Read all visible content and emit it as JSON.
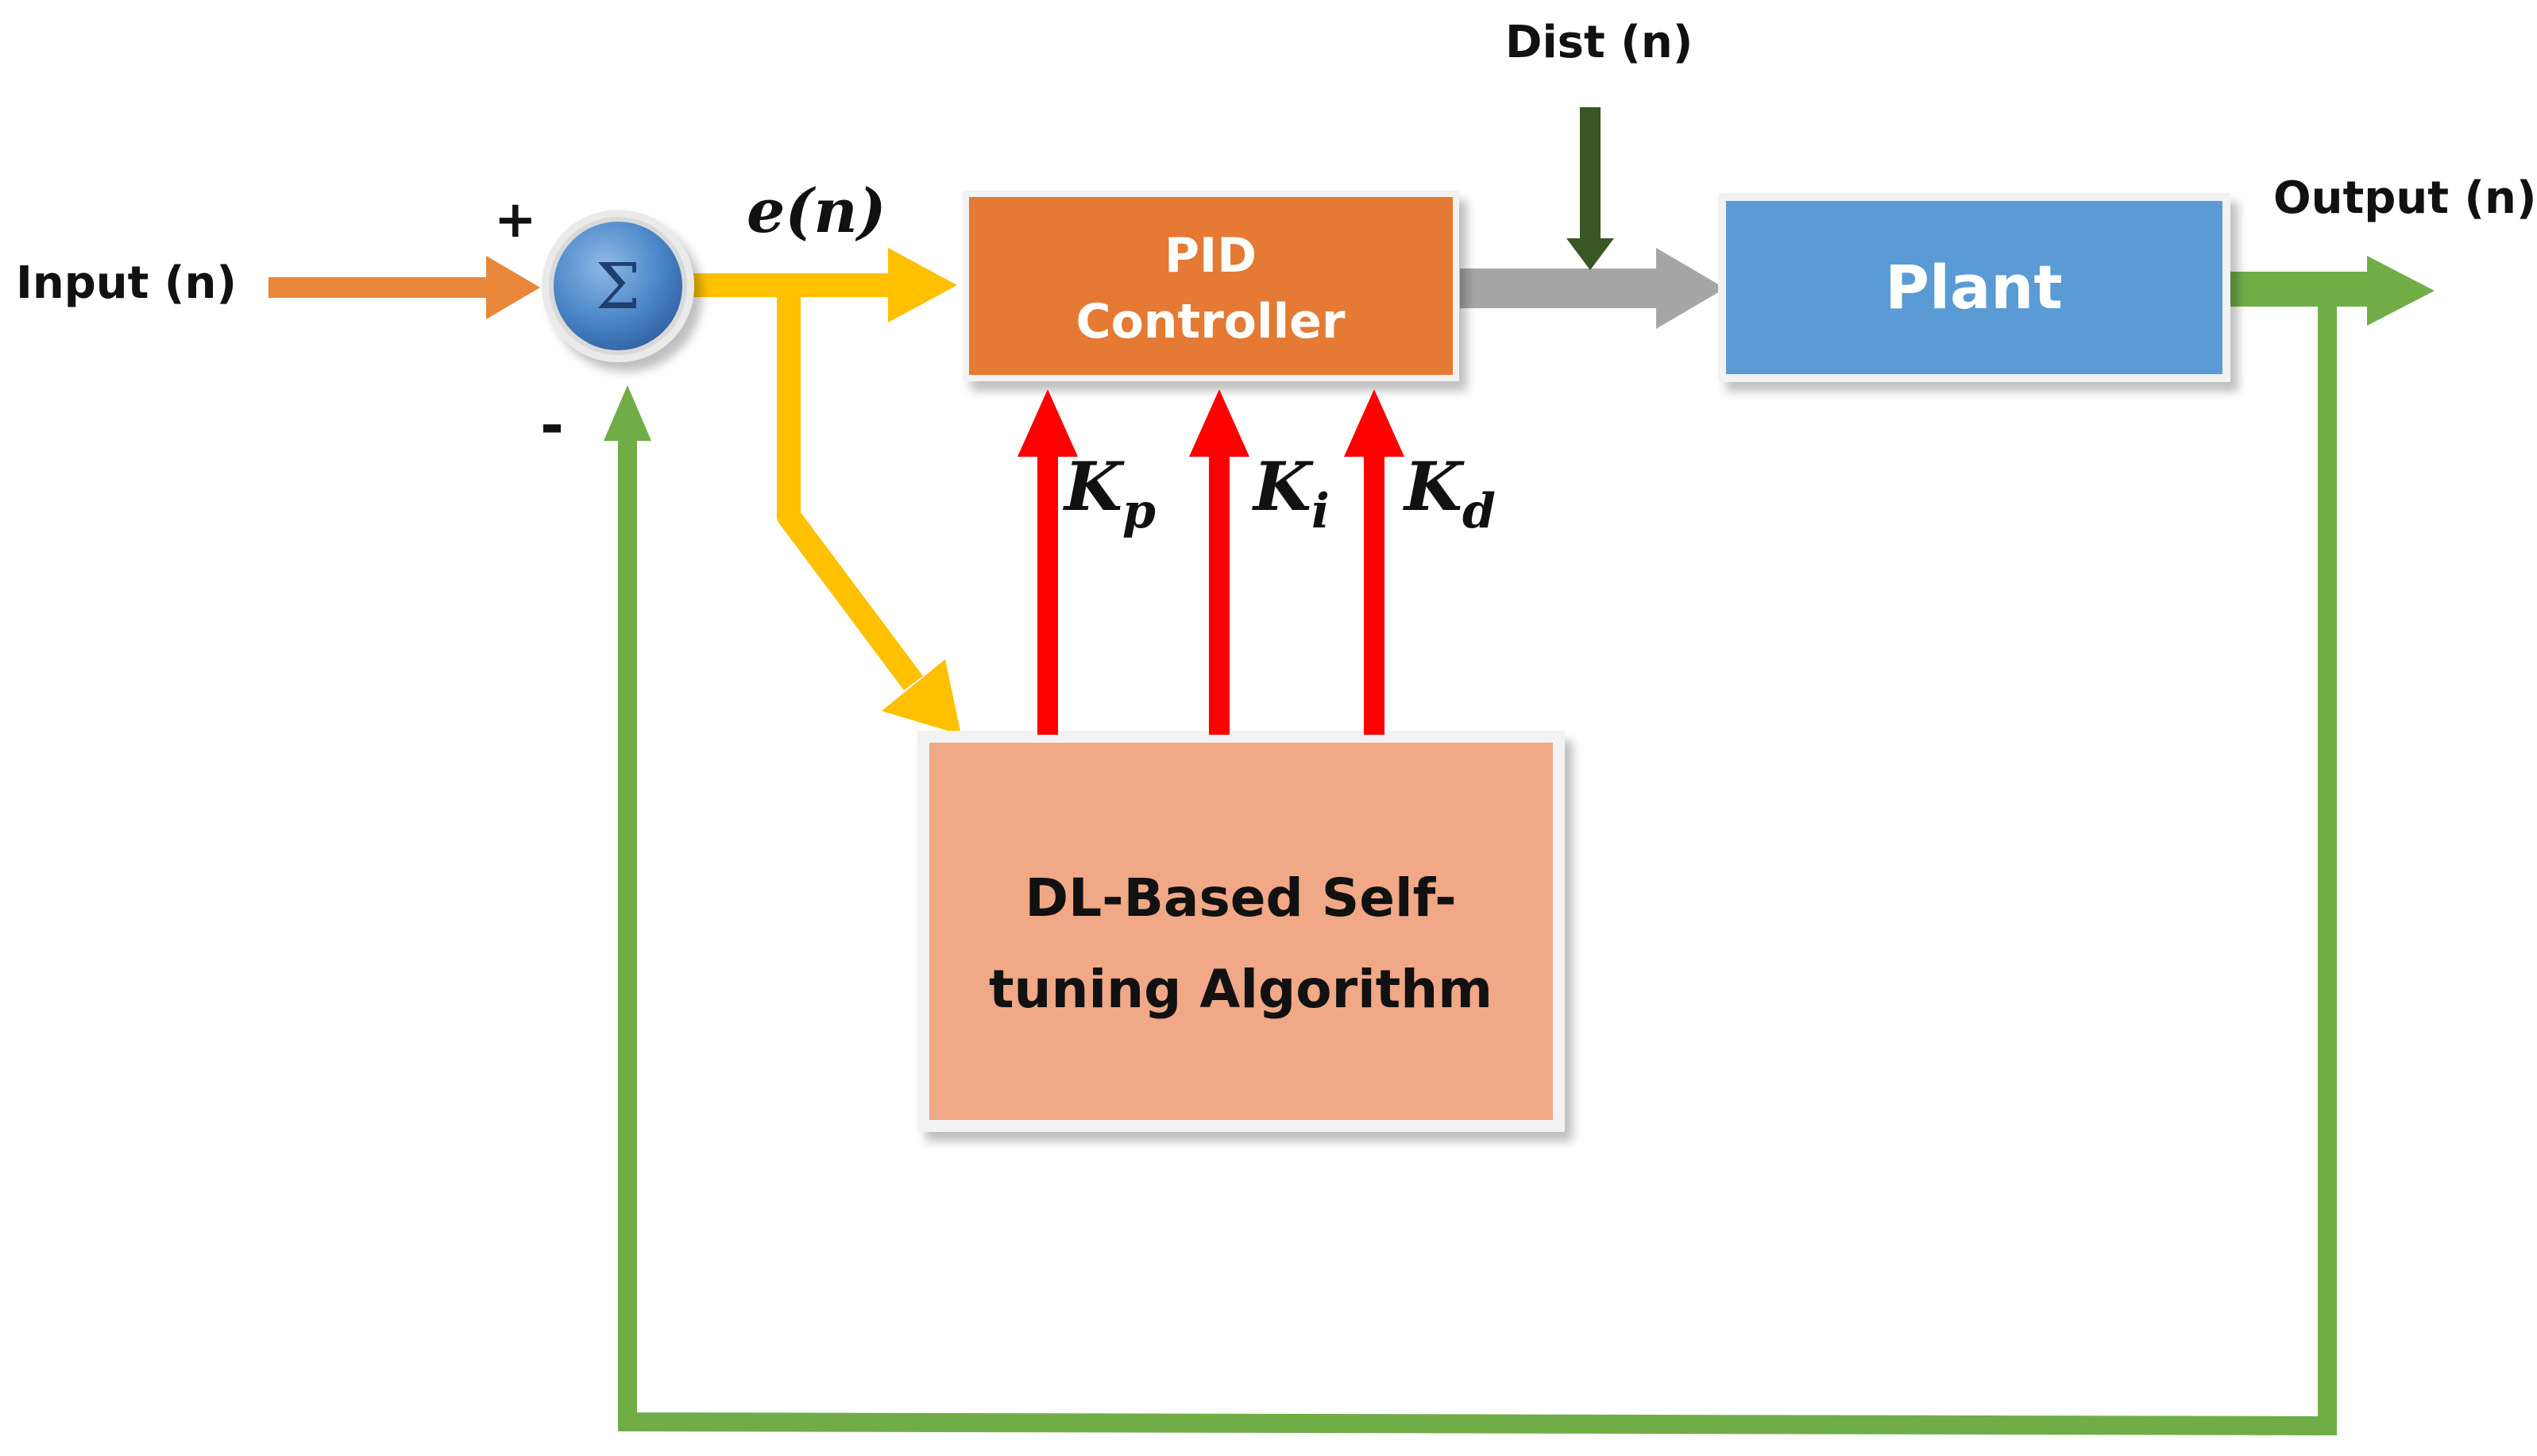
{
  "labels": {
    "input": "Input (n)",
    "output": "Output (n)",
    "disturbance": "Dist (n)",
    "error_var": "e",
    "error_arg": "(n)",
    "plus": "+",
    "minus": "-",
    "sigma": "Σ"
  },
  "blocks": {
    "pid_line1": "PID",
    "pid_line2": "Controller",
    "plant": "Plant",
    "dl_line1": "DL-Based Self-",
    "dl_line2": "tuning Algorithm"
  },
  "gains": {
    "kp_base": "K",
    "kp_sub": "p",
    "ki_base": "K",
    "ki_sub": "i",
    "kd_base": "K",
    "kd_sub": "d"
  },
  "colors": {
    "input_arrow": "#E8873A",
    "error_path": "#FFC000",
    "pid_block": "#E47A33",
    "plant_block": "#5B9BD5",
    "dl_block": "#F0A886",
    "gain_arrows": "#FF0000",
    "feedback": "#70AD47",
    "disturbance": "#385723",
    "control_signal": "#A6A6A6",
    "summer": "#4A86C8"
  }
}
